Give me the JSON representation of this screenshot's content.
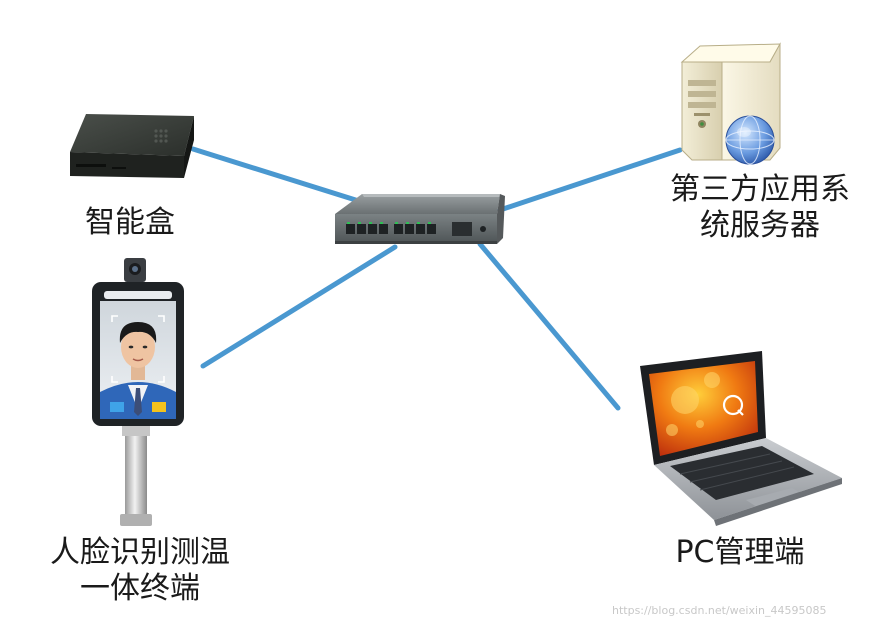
{
  "nodes": {
    "smart_box": {
      "label": "智能盒"
    },
    "server": {
      "line1": "第三方应用系",
      "line2": "统服务器"
    },
    "terminal": {
      "line1": "人脸识别测温",
      "line2": "一体终端"
    },
    "pc": {
      "label": "PC管理端"
    }
  },
  "watermark": "https://blog.csdn.net/weixin_44595085",
  "colors": {
    "link": "#4a98d0",
    "switch_body": "#6f7678",
    "port_green": "#2fbf55"
  }
}
